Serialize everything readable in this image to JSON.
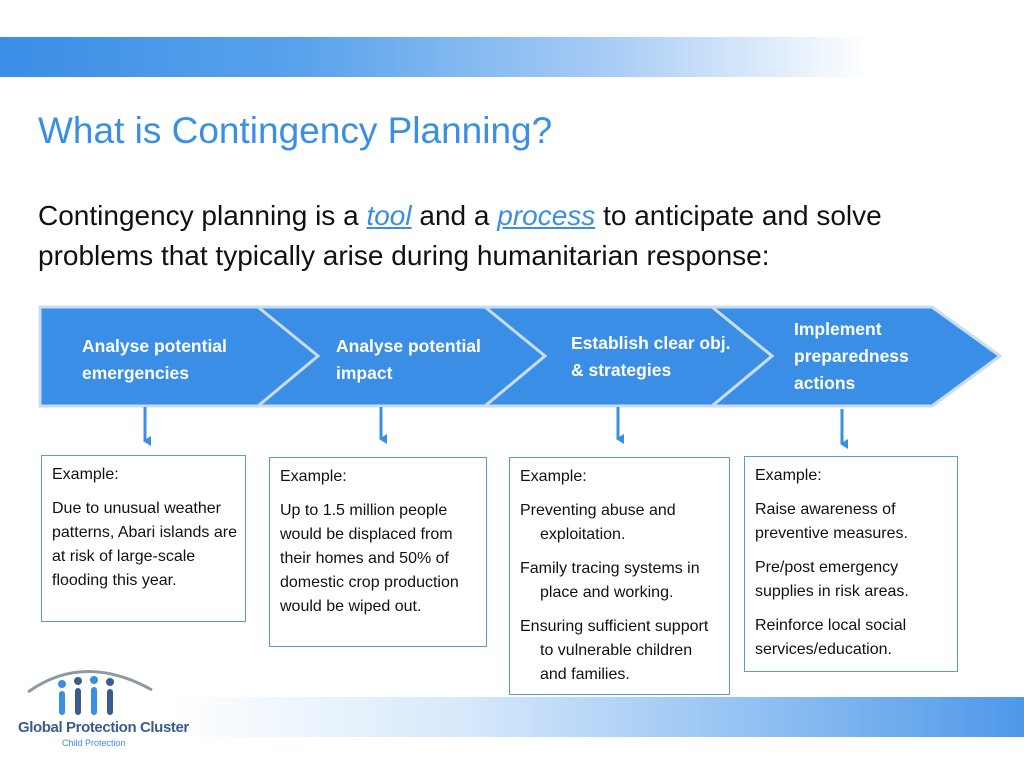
{
  "slide": {
    "title": "What is Contingency Planning?",
    "intro": {
      "part1": "Contingency planning is a ",
      "tool": "tool",
      "part2": " and a ",
      "process": "process",
      "part3": " to anticipate and solve problems that typically arise during humanitarian response:"
    }
  },
  "colors": {
    "accent": "#3a8fe4",
    "chevron_fill": "#3a8ee6",
    "chevron_border": "#c9dcf2",
    "box_border": "#5b9bd5"
  },
  "steps": [
    {
      "label": "Analyse potential emergencies"
    },
    {
      "label": "Analyse potential impact"
    },
    {
      "label": "Establish clear obj. & strategies"
    },
    {
      "label": "Implement preparedness actions"
    }
  ],
  "examples": [
    {
      "heading": "Example:",
      "items": [
        "Due to unusual weather patterns, Abari islands are at risk of large-scale flooding this year."
      ]
    },
    {
      "heading": "Example:",
      "items": [
        "Up to 1.5 million people would be displaced from their homes and 50% of domestic crop production would be wiped out."
      ]
    },
    {
      "heading": "Example:",
      "items": [
        "Preventing abuse and exploitation.",
        "Family tracing systems in place and working.",
        "Ensuring sufficient support to vulnerable children and families."
      ]
    },
    {
      "heading": "Example:",
      "items": [
        "Raise awareness of preventive measures.",
        "Pre/post emergency supplies in risk areas.",
        "Reinforce local social services/education."
      ]
    }
  ],
  "logo": {
    "name": "Global Protection Cluster",
    "subtitle": "Child Protection",
    "icon": "people-figures-icon"
  }
}
